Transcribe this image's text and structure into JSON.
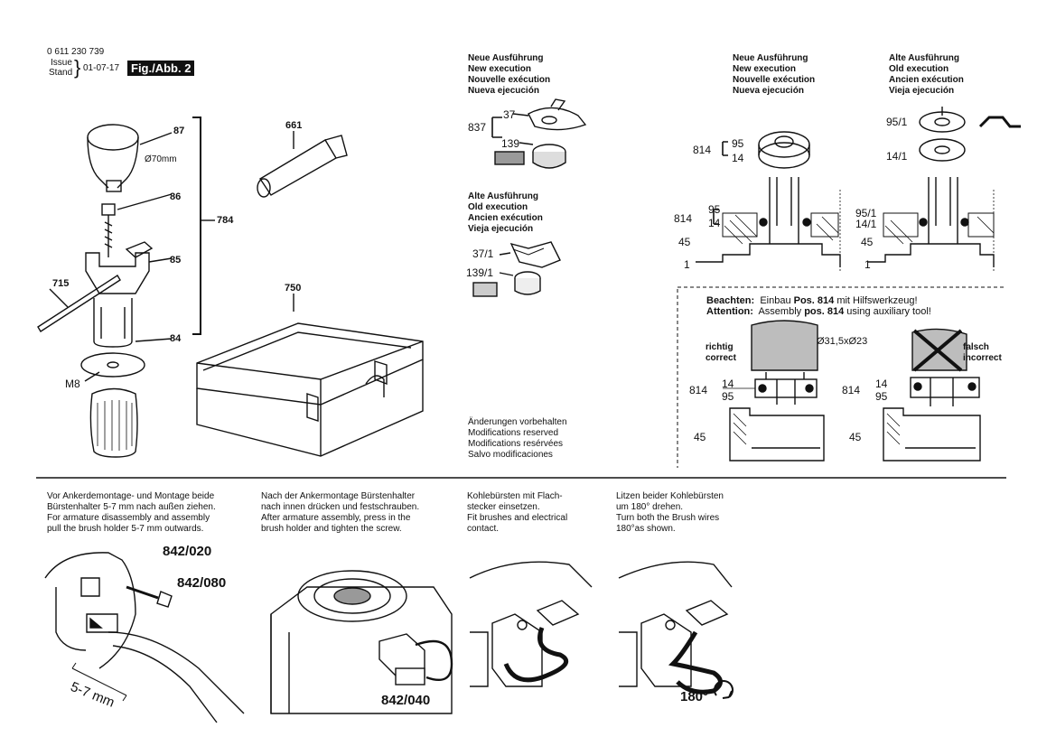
{
  "header": {
    "part_number": "0 611 230 739",
    "issue_label": "Issue",
    "stand_label": "Stand",
    "date": "01-07-17",
    "fig": "Fig./Abb. 2"
  },
  "left_labels": {
    "p87": "87",
    "d70": "Ø70mm",
    "p86": "86",
    "p784": "784",
    "p85": "85",
    "p715": "715",
    "p84": "84",
    "m8": "M8",
    "p661": "661",
    "p750": "750"
  },
  "middle": {
    "new_exec": [
      "Neue Ausführung",
      "New execution",
      "Nouvelle exécution",
      "Nueva ejecución"
    ],
    "p837": "837",
    "p37": "37",
    "p139": "139",
    "old_exec": [
      "Alte Ausführung",
      "Old execution",
      "Ancien exécution",
      "Vieja ejecución"
    ],
    "p37_1": "37/1",
    "p139_1": "139/1",
    "changes": [
      "Änderungen vorbehalten",
      "Modifications reserved",
      "Modifications resérvées",
      "Salvo modificaciones"
    ]
  },
  "right": {
    "new_exec": [
      "Neue Ausführung",
      "New execution",
      "Nouvelle exécution",
      "Nueva ejecución"
    ],
    "old_exec": [
      "Alte Ausführung",
      "Old execution",
      "Ancien exécution",
      "Vieja ejecución"
    ],
    "p814": "814",
    "p95": "95",
    "p14": "14",
    "p95_1": "95/1",
    "p14_1": "14/1",
    "p45": "45",
    "p1": "1",
    "beachten_label": "Beachten:",
    "beachten_text_a": "Einbau ",
    "beachten_bold": "Pos. 814",
    "beachten_text_b": " mit Hilfswerkzeug!",
    "attention_label": "Attention:",
    "attention_text_a": "Assembly ",
    "attention_bold": "pos. 814",
    "attention_text_b": " using auxiliary tool!",
    "diam": "Ø31,5xØ23",
    "richtig": "richtig",
    "correct": "correct",
    "falsch": "falsch",
    "incorrect": "incorrect"
  },
  "bottom": {
    "col1": [
      "Vor Ankerdemontage- und Montage beide",
      "Bürstenhalter 5-7 mm nach außen ziehen.",
      "For armature disassembly and assembly",
      "pull the brush holder 5-7 mm outwards."
    ],
    "col2": [
      "Nach der Ankermontage Bürstenhalter",
      "nach innen drücken und festschrauben.",
      "After armature assembly, press in the",
      "brush holder and tighten the screw."
    ],
    "col3": [
      "Kohlebürsten mit Flach-",
      "stecker einsetzen.",
      "Fit brushes and electrical",
      "contact."
    ],
    "col4": [
      "Litzen beider Kohlebürsten",
      "um 180° drehen.",
      "Turn both the Brush wires",
      "180°as shown."
    ],
    "p842_020": "842/020",
    "p842_080": "842/080",
    "mm57": "5-7 mm",
    "p842_040": "842/040",
    "deg180": "180°"
  }
}
